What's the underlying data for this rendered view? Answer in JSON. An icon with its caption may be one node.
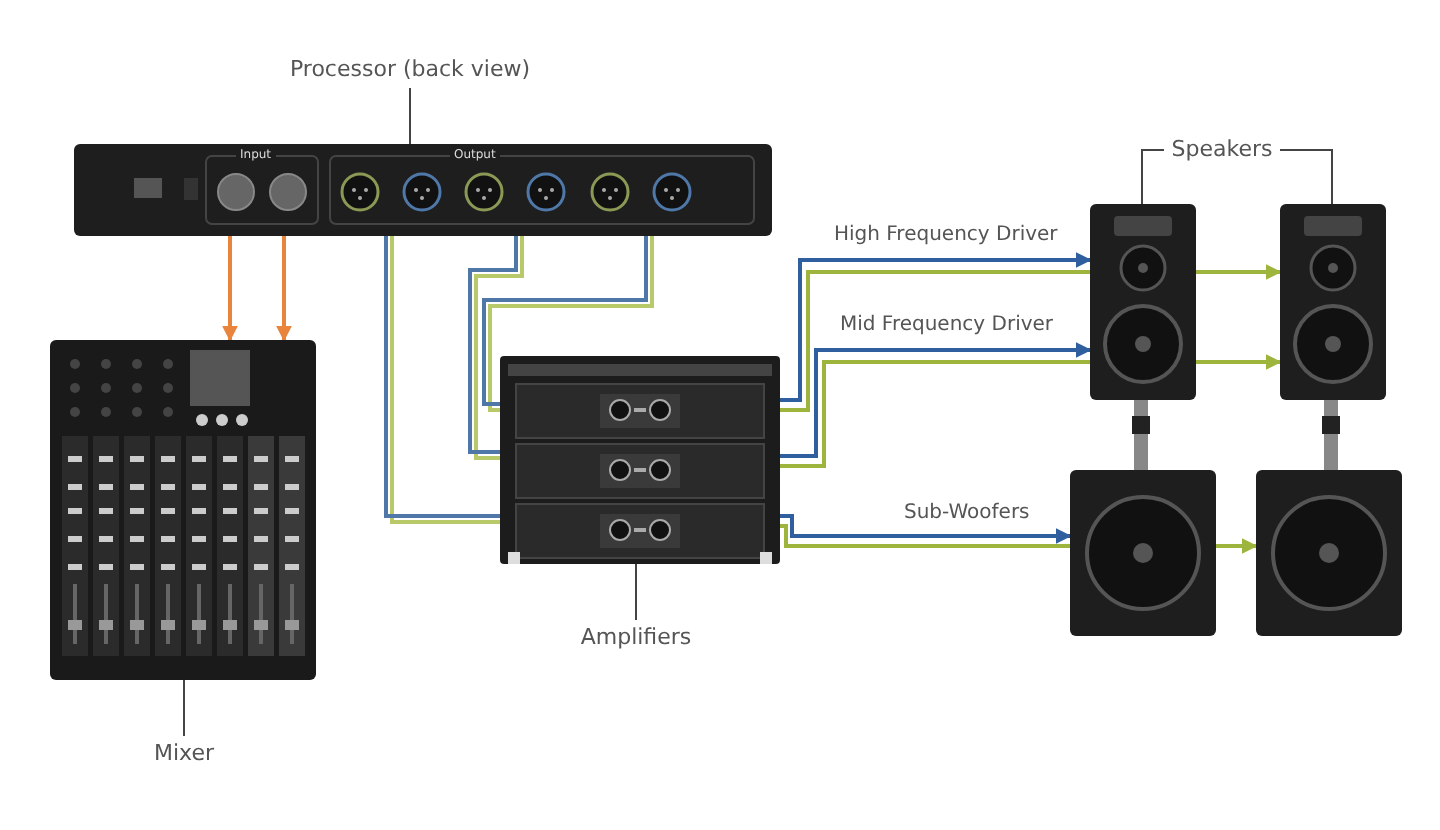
{
  "diagram": {
    "nodes": [
      {
        "text": [
          "Processor (back view)"
        ]
      },
      {
        "text": [],
        "shape": "picture"
      },
      {
        "text": [],
        "shape": "picture"
      },
      {
        "text": [
          "Mixer"
        ]
      },
      {
        "text": [],
        "shape": "picture"
      },
      {
        "text": [
          "Amplifiers"
        ]
      },
      {
        "text": [
          "Speakers"
        ]
      },
      {
        "text": [],
        "shape": "picture"
      },
      {
        "text": [],
        "shape": "picture"
      },
      {
        "text": [],
        "shape": "picture"
      },
      {
        "text": [],
        "shape": "picture"
      }
    ],
    "edges": [
      {
        "from": 0,
        "to": 1,
        "arrow": "none",
        "color": "#444444"
      },
      {
        "from": 3,
        "to": 2,
        "arrow": "none",
        "color": "#444444"
      },
      {
        "from": 5,
        "to": 4,
        "arrow": "none",
        "color": "#444444"
      },
      {
        "from": 6,
        "to": 7,
        "arrow": "none",
        "color": "#444444"
      },
      {
        "from": 6,
        "to": 8,
        "arrow": "none",
        "color": "#444444"
      },
      {
        "from": 1,
        "to": 2,
        "arrow": "to",
        "color": "#e8843c"
      },
      {
        "from": 1,
        "to": 2,
        "arrow": "to",
        "color": "#e8843c"
      },
      {
        "from": 1,
        "to": 4,
        "arrow": "none",
        "color": "#4f78a8"
      },
      {
        "from": 1,
        "to": 4,
        "arrow": "none",
        "color": "#4f78a8"
      },
      {
        "from": 1,
        "to": 4,
        "arrow": "none",
        "color": "#4f78a8"
      },
      {
        "from": 4,
        "to": 7,
        "arrow": "to",
        "label": "High Frequency Driver",
        "color": "#2f5f9e"
      },
      {
        "from": 4,
        "to": 7,
        "arrow": "none",
        "color": "#9db53c"
      },
      {
        "from": 7,
        "to": 8,
        "arrow": "to",
        "color": "#9db53c"
      },
      {
        "from": 4,
        "to": 7,
        "arrow": "to",
        "label": "Mid Frequency Driver",
        "color": "#2f5f9e"
      },
      {
        "from": 4,
        "to": 7,
        "arrow": "none",
        "color": "#9db53c"
      },
      {
        "from": 7,
        "to": 8,
        "arrow": "to",
        "color": "#9db53c"
      },
      {
        "from": 4,
        "to": 9,
        "arrow": "to",
        "label": "Sub-Woofers",
        "color": "#2f5f9e"
      },
      {
        "from": 4,
        "to": 9,
        "arrow": "none",
        "color": "#9db53c"
      },
      {
        "from": 9,
        "to": 10,
        "arrow": "to",
        "color": "#9db53c"
      }
    ],
    "labels": [
      "Input",
      "Output"
    ]
  }
}
